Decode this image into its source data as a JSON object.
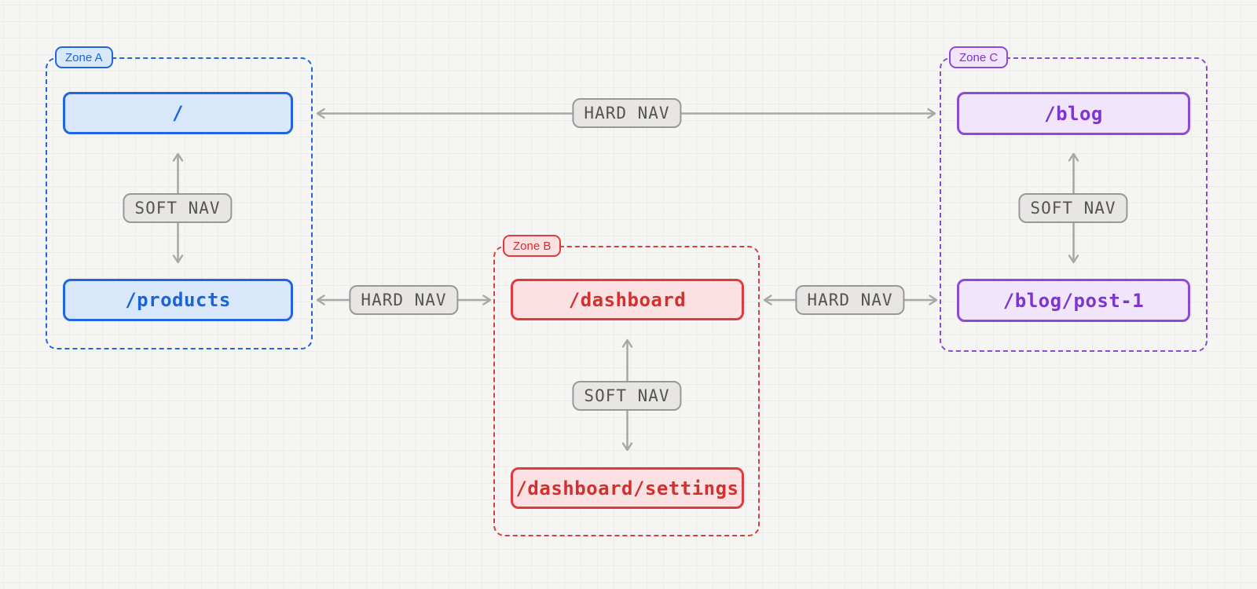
{
  "diagram": {
    "zones": [
      {
        "label": "Zone A",
        "accent": "#2166e0",
        "fill": "#d9e7fb",
        "nodes": [
          {
            "label": "/"
          },
          {
            "label": "/products"
          }
        ]
      },
      {
        "label": "Zone B",
        "accent": "#de3c3c",
        "fill": "#fbe1e1",
        "nodes": [
          {
            "label": "/dashboard"
          },
          {
            "label": "/dashboard/settings"
          }
        ]
      },
      {
        "label": "Zone C",
        "accent": "#8b4bd8",
        "fill": "#f0e5fa",
        "nodes": [
          {
            "label": "/blog"
          },
          {
            "label": "/blog/post-1"
          }
        ]
      }
    ],
    "edges": [
      {
        "type": "HARD NAV",
        "from": "/",
        "to": "/blog"
      },
      {
        "type": "HARD NAV",
        "from": "/products",
        "to": "/dashboard"
      },
      {
        "type": "HARD NAV",
        "from": "/dashboard",
        "to": "/blog/post-1"
      },
      {
        "type": "SOFT NAV",
        "from": "/",
        "to": "/products"
      },
      {
        "type": "SOFT NAV",
        "from": "/dashboard",
        "to": "/dashboard/settings"
      },
      {
        "type": "SOFT NAV",
        "from": "/blog",
        "to": "/blog/post-1"
      }
    ],
    "colors": {
      "background": "#f5f5f4",
      "grid_line": "#ebebe9",
      "arrow": "#a8a7a5",
      "label_bg": "#e7e6e5",
      "label_border": "#999896",
      "label_text": "#555452"
    }
  }
}
